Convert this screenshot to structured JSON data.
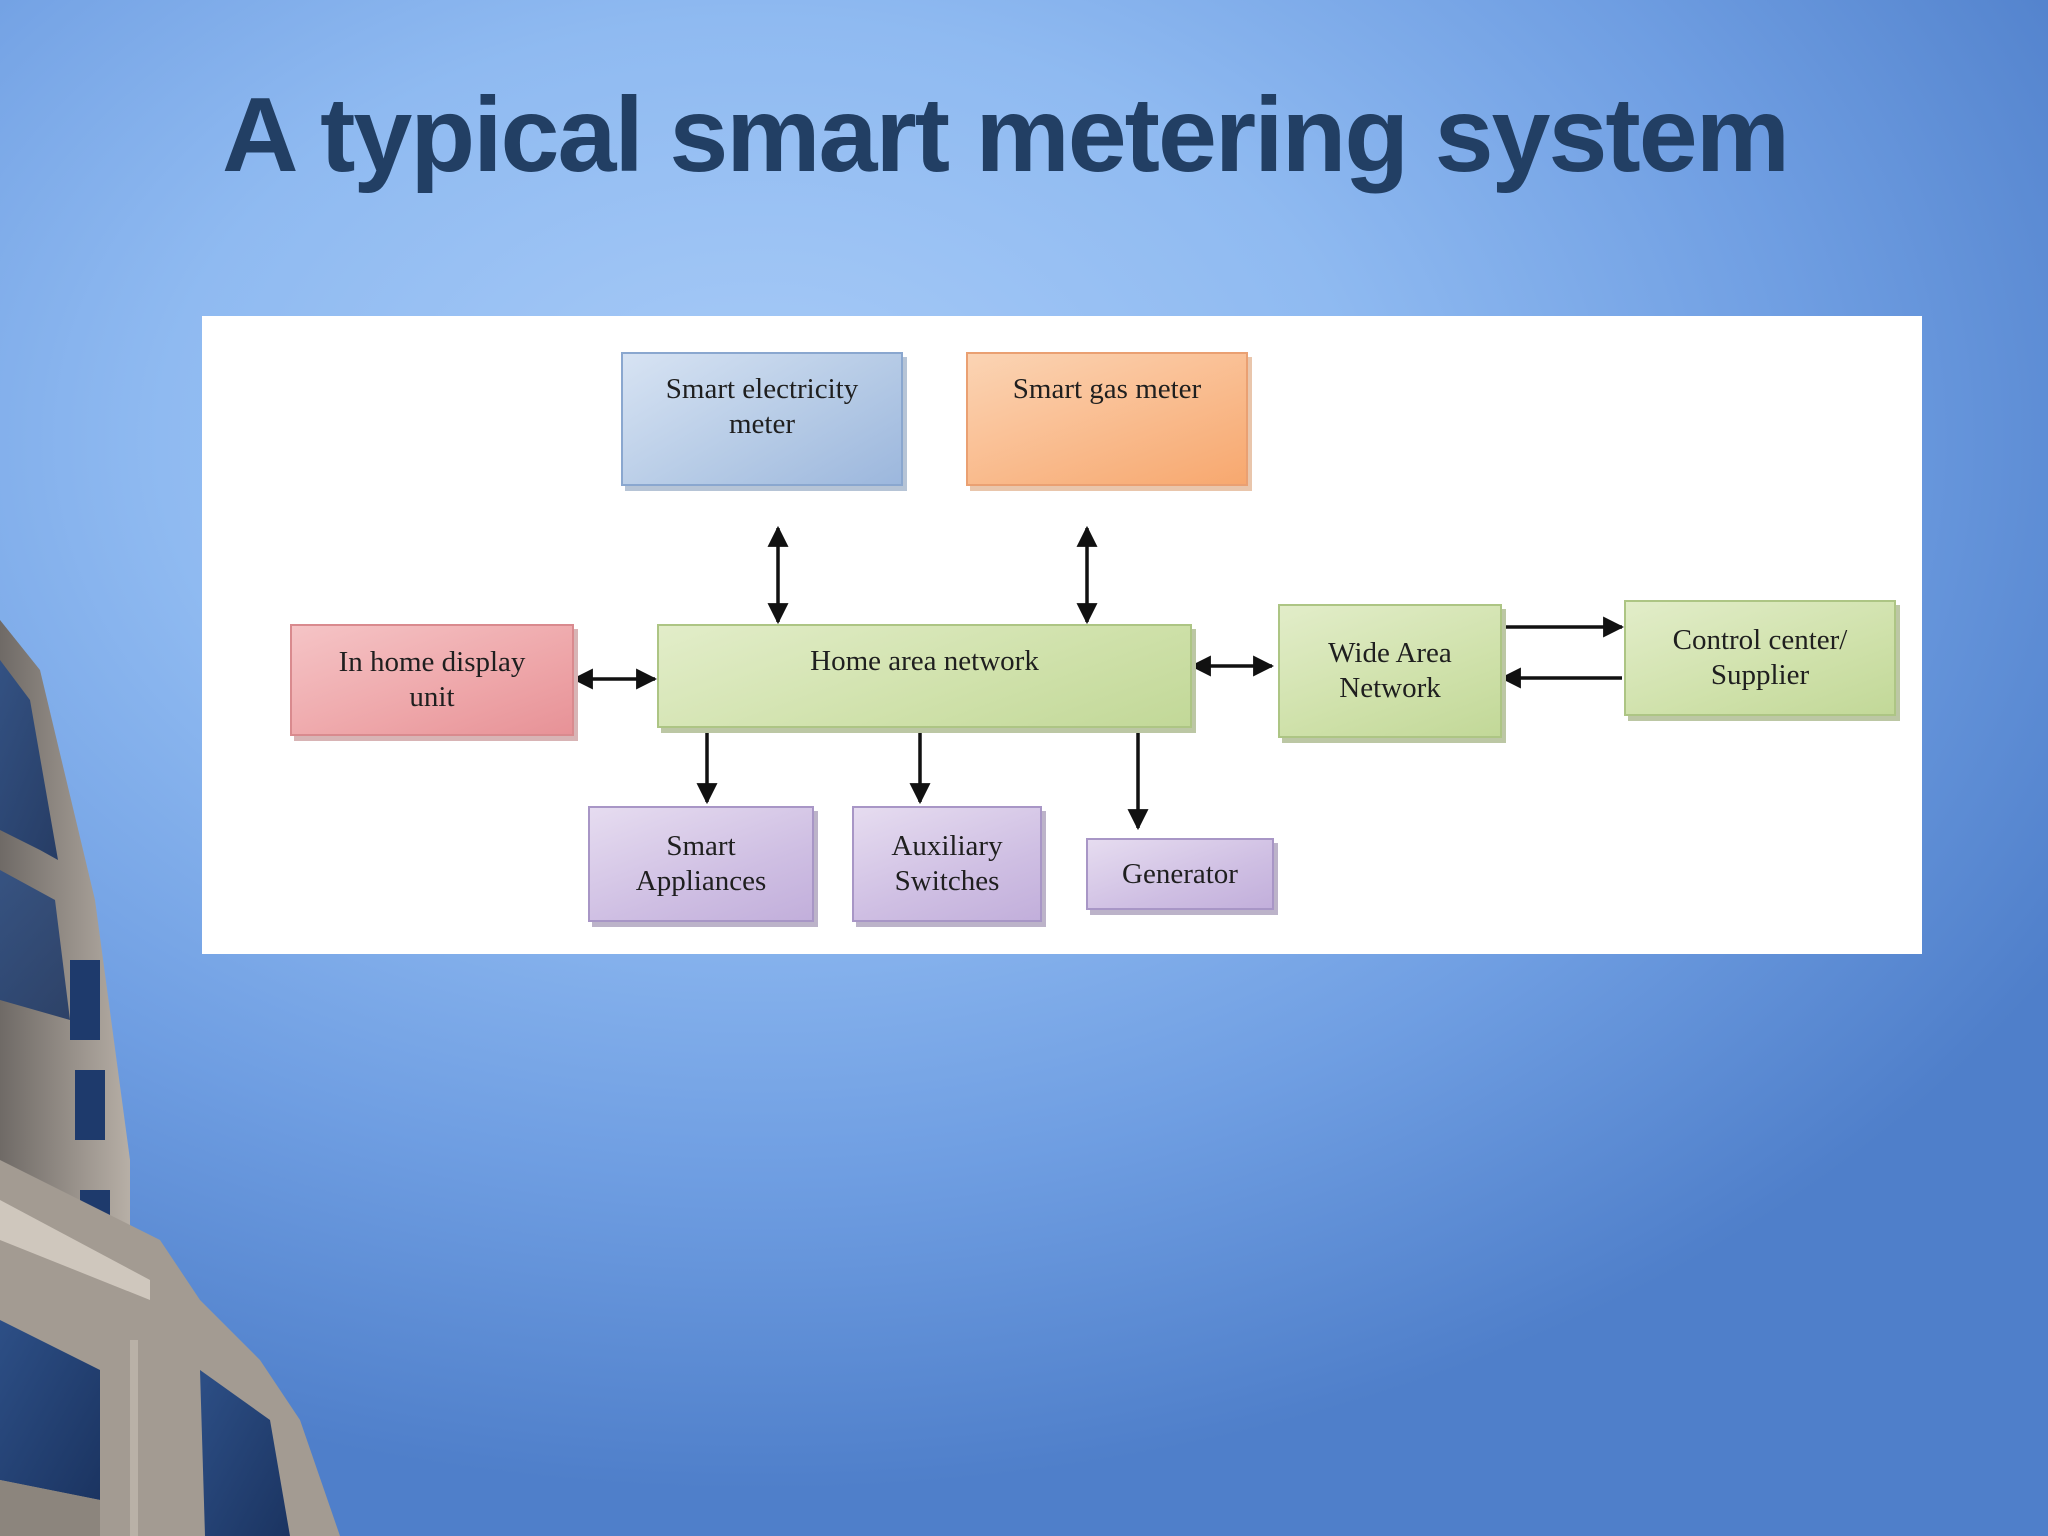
{
  "slide": {
    "title": "A typical smart metering system"
  },
  "diagram": {
    "nodes": {
      "smart_electricity_meter": "Smart electricity\nmeter",
      "smart_gas_meter": "Smart gas meter",
      "in_home_display": "In home display\nunit",
      "home_area_network": "Home area network",
      "wide_area_network": "Wide Area\nNetwork",
      "control_center": "Control center/\nSupplier",
      "smart_appliances": "Smart\nAppliances",
      "auxiliary_switches": "Auxiliary\nSwitches",
      "generator": "Generator"
    },
    "edges": [
      {
        "from": "smart_electricity_meter",
        "to": "home_area_network",
        "direction": "both"
      },
      {
        "from": "smart_gas_meter",
        "to": "home_area_network",
        "direction": "both"
      },
      {
        "from": "in_home_display",
        "to": "home_area_network",
        "direction": "both"
      },
      {
        "from": "home_area_network",
        "to": "wide_area_network",
        "direction": "both"
      },
      {
        "from": "wide_area_network",
        "to": "control_center",
        "direction": "forward"
      },
      {
        "from": "control_center",
        "to": "wide_area_network",
        "direction": "forward"
      },
      {
        "from": "home_area_network",
        "to": "smart_appliances",
        "direction": "forward"
      },
      {
        "from": "home_area_network",
        "to": "auxiliary_switches",
        "direction": "forward"
      },
      {
        "from": "home_area_network",
        "to": "generator",
        "direction": "forward"
      }
    ]
  },
  "colors": {
    "title": "#223f64",
    "electricity_meter": "#b6cbe6",
    "gas_meter": "#f9b98a",
    "display_unit": "#eea6a9",
    "network": "#cfe1aa",
    "devices": "#cfbfe3"
  }
}
